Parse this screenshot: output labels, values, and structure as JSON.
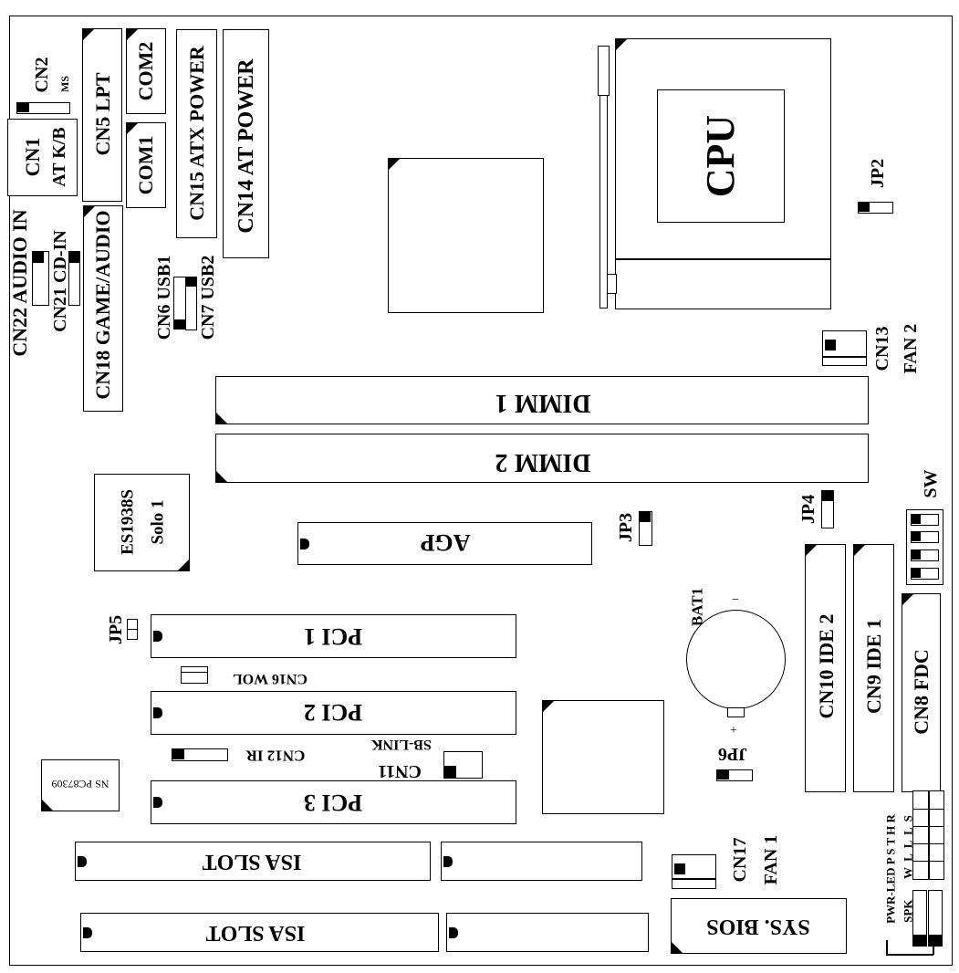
{
  "board": {
    "cn2": "CN2",
    "ms": "MS",
    "cn1": "CN1",
    "atkb": "AT K/B",
    "cn5": "CN5  LPT",
    "com2": "COM2",
    "com1": "COM1",
    "cn15": "CN15 ATX POWER",
    "cn14": "CN14  AT POWER",
    "cn18": "CN18 GAME/AUDIO",
    "cn22": "CN22 AUDIO IN",
    "cn21": "CN21  CD-IN",
    "cn6": "CN6 USB1",
    "cn7": "CN7 USB2",
    "cpu": "CPU",
    "jp2": "JP2",
    "cn13": "CN13",
    "fan2": "FAN 2",
    "dimm1": "DIMM 1",
    "dimm2": "DIMM 2",
    "es1938s": "ES1938S",
    "solo1": "Solo 1",
    "agp": "AGP",
    "jp3": "JP3",
    "jp4": "JP4",
    "sw": "SW",
    "cn10": "CN10  IDE 2",
    "cn9": "CN9  IDE 1",
    "cn8": "CN8  FDC",
    "bat1": "BAT1",
    "minus": "−",
    "plus": "+",
    "jp6": "JP6",
    "jp5": "JP5",
    "pci1": "PCI 1",
    "pci2": "PCI 2",
    "pci3": "PCI 3",
    "cn16": "CN16  WOL",
    "cn12": "CN12 IR",
    "sblink": "SB-LINK",
    "cn11": "CN11",
    "ns": "NS PC87309",
    "isa1": "ISA SLOT",
    "isa2": "ISA SLOT",
    "cn17": "CN17",
    "fan1": "FAN 1",
    "bios": "SYS. BIOS",
    "fp1": "PWR-LED  P  S  T  H  R",
    "fp2": "SPK       W  L  L  L  S"
  }
}
